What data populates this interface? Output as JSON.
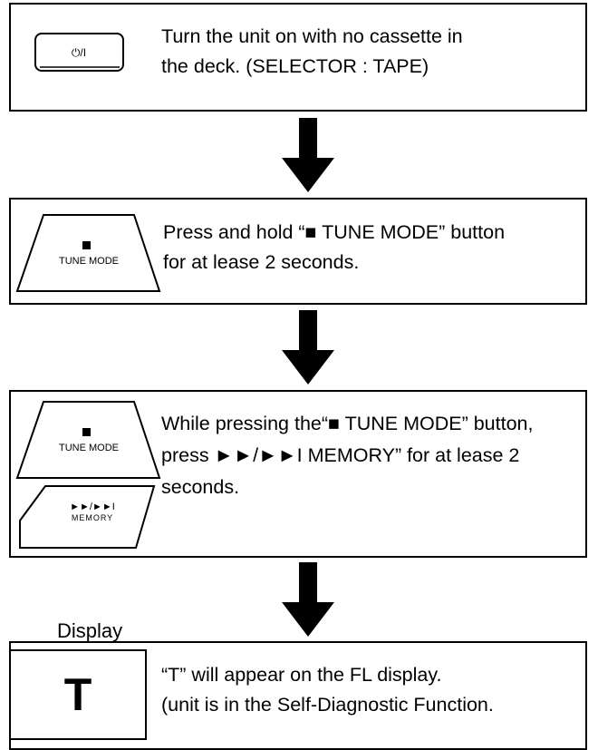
{
  "steps": [
    {
      "button_label": "⏻/I",
      "lines": [
        "Turn the unit on with no cassette in",
        "the deck. (SELECTOR : TAPE)"
      ]
    },
    {
      "button_label": "TUNE MODE",
      "lines": [
        "Press and hold “■ TUNE MODE” button",
        "for at lease 2 seconds."
      ]
    },
    {
      "button_label": "TUNE MODE",
      "button2_label_top": "►►/►►I",
      "button2_label_bottom": "MEMORY",
      "lines": [
        "While pressing the“■ TUNE MODE” button,",
        "press ►►/►►I MEMORY” for at lease 2",
        "seconds."
      ]
    },
    {
      "display_title": "Display",
      "display_char": "T",
      "lines": [
        "“T” will appear on the FL display.",
        "(unit is in the Self-Diagnostic Function."
      ]
    }
  ]
}
